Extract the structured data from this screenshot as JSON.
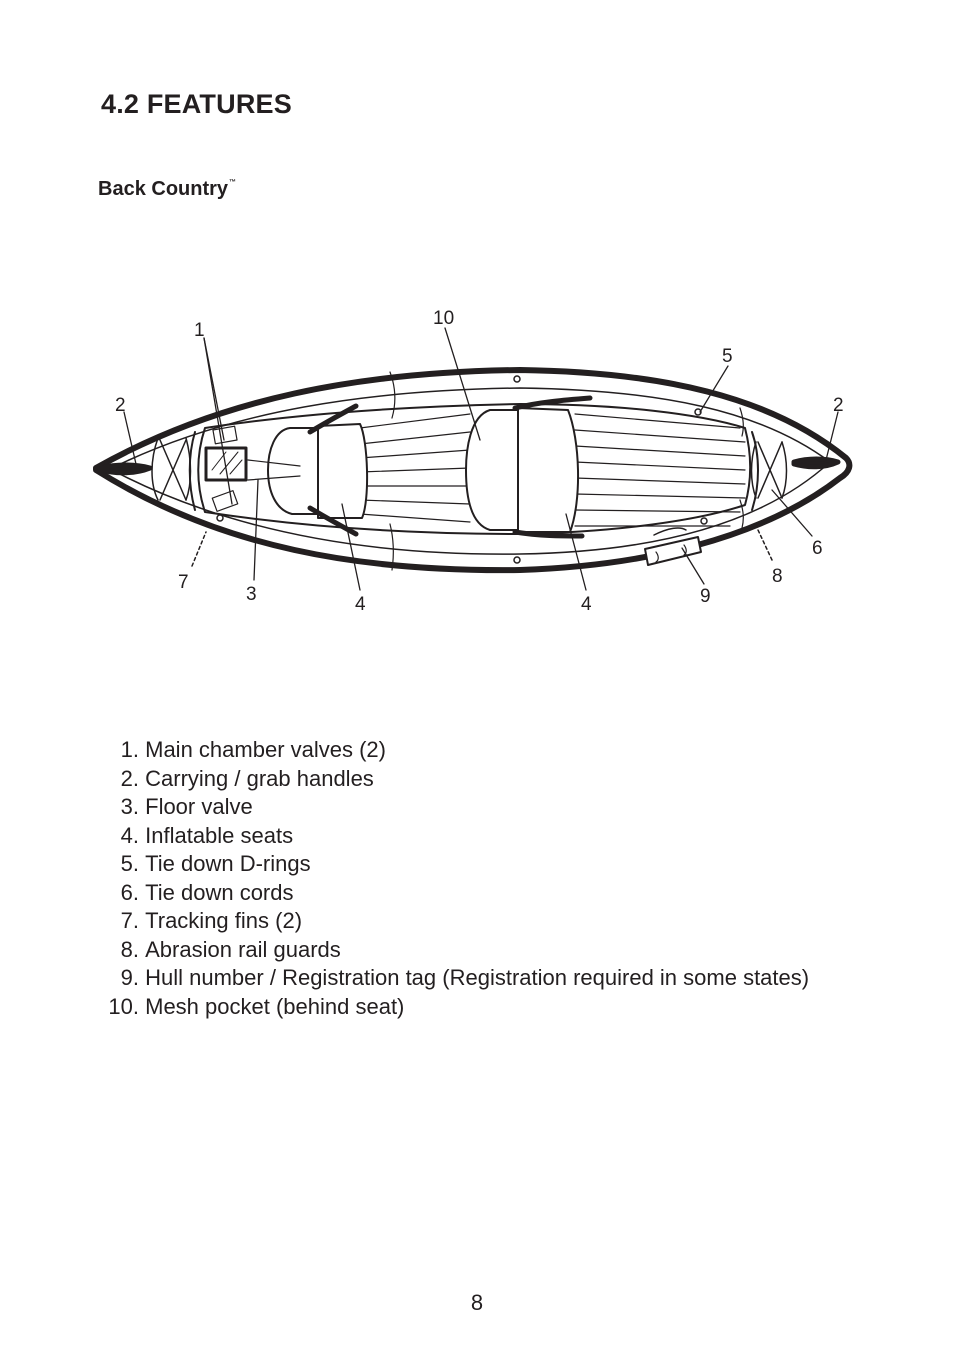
{
  "section": {
    "title": "4.2 FEATURES"
  },
  "model": {
    "name": "Back Country",
    "trademark": "™"
  },
  "diagram": {
    "callouts": [
      "1",
      "2",
      "2",
      "3",
      "4",
      "4",
      "5",
      "6",
      "7",
      "8",
      "9",
      "10"
    ]
  },
  "features": [
    {
      "number": "1.",
      "label": "Main chamber valves (2)"
    },
    {
      "number": "2.",
      "label": "Carrying / grab handles"
    },
    {
      "number": "3.",
      "label": "Floor valve"
    },
    {
      "number": "4.",
      "label": "Inflatable seats"
    },
    {
      "number": "5.",
      "label": "Tie down D-rings"
    },
    {
      "number": "6.",
      "label": "Tie down cords"
    },
    {
      "number": "7.",
      "label": "Tracking fins (2)"
    },
    {
      "number": "8.",
      "label": "Abrasion rail guards"
    },
    {
      "number": "9.",
      "label": "Hull number / Registration tag (Registration required in some states)"
    },
    {
      "number": "10.",
      "label": "Mesh pocket (behind seat)"
    }
  ],
  "footer": {
    "page_number": "8"
  }
}
